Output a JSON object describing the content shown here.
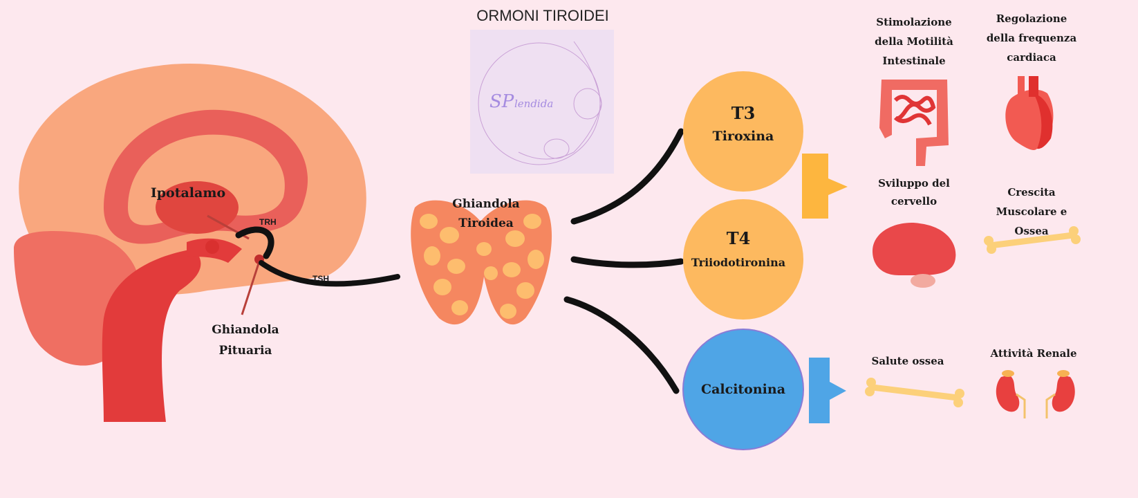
{
  "title": "ORMONI TIROIDEI",
  "logo": {
    "part1": "SP",
    "part2": "lendida"
  },
  "brain": {
    "hypothalamus": "Ipotalamo",
    "trh": "TRH",
    "tsh": "TSH",
    "pituitary_line1": "Ghiandola",
    "pituitary_line2": "Pituaria"
  },
  "thyroid": {
    "line1": "Ghiandola",
    "line2": "Tiroidea"
  },
  "hormones": [
    {
      "line1": "T3",
      "line2": "Tiroxina",
      "color": "#fdb95f"
    },
    {
      "line1": "T4",
      "line2": "Triiodotironina",
      "color": "#fdb95f"
    },
    {
      "line1": "Calcitonina",
      "color": "#4fa5e6"
    }
  ],
  "effects": [
    {
      "lines": [
        "Stimolazione",
        "della Motilità",
        "Intestinale"
      ],
      "icon": "intestine-icon"
    },
    {
      "lines": [
        "Regolazione",
        "della frequenza",
        "cardiaca"
      ],
      "icon": "heart-icon"
    },
    {
      "lines": [
        "Sviluppo del",
        "cervello"
      ],
      "icon": "brain-icon"
    },
    {
      "lines": [
        "Crescita",
        "Muscolare e",
        "Ossea"
      ],
      "icon": "bone-icon"
    },
    {
      "lines": [
        "Salute ossea"
      ],
      "icon": "bone-icon"
    },
    {
      "lines": [
        "Attività Renale"
      ],
      "icon": "kidney-icon"
    }
  ]
}
